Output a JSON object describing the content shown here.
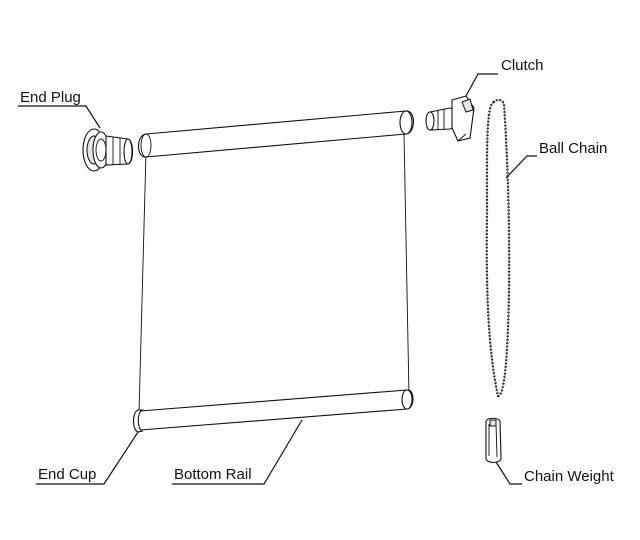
{
  "labels": {
    "end_plug": "End Plug",
    "clutch": "Clutch",
    "ball_chain": "Ball Chain",
    "end_cup": "End Cup",
    "bottom_rail": "Bottom Rail",
    "chain_weight": "Chain Weight"
  }
}
